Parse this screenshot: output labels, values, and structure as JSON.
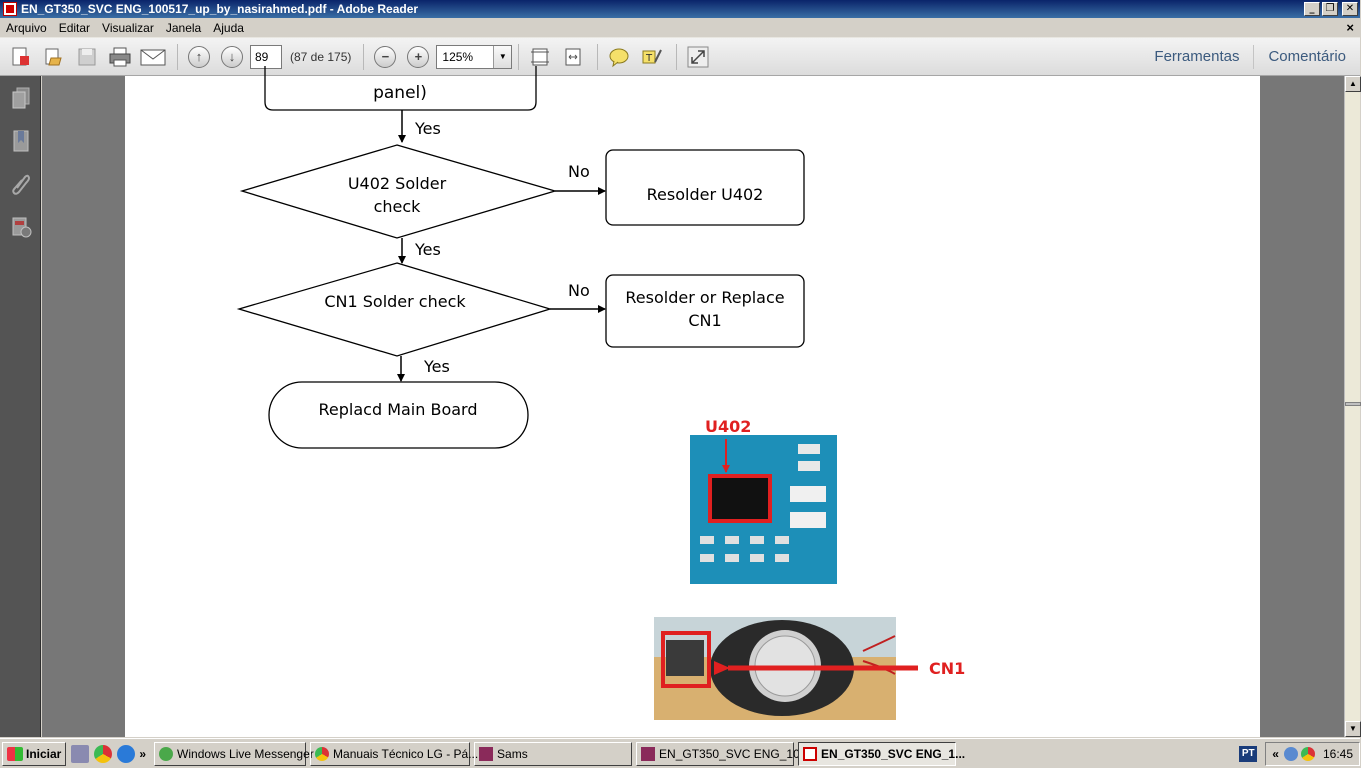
{
  "window": {
    "title": "EN_GT350_SVC ENG_100517_up_by_nasirahmed.pdf - Adobe Reader",
    "minimize": "_",
    "maximize": "❐",
    "close": "✕"
  },
  "menu": {
    "items": [
      "Arquivo",
      "Editar",
      "Visualizar",
      "Janela",
      "Ajuda"
    ],
    "close": "×"
  },
  "toolbar": {
    "page_number": "89",
    "page_count": "(87 de 175)",
    "zoom": "125%",
    "tools_label": "Ferramentas",
    "comment_label": "Comentário"
  },
  "document": {
    "prev_box_text": "panel)",
    "yes_label": "Yes",
    "no_label": "No",
    "u402_check": [
      "U402 Solder",
      "check"
    ],
    "resolder_u402": "Resolder U402",
    "cn1_check": "CN1 Solder check",
    "resolder_cn1": [
      "Resolder or Replace",
      "CN1"
    ],
    "replace_board": "Replacd Main Board",
    "u402_label": "U402",
    "cn1_label": "CN1"
  },
  "taskbar": {
    "start": "Iniciar",
    "chevron": "»",
    "tasks": [
      "Windows Live Messenger",
      "Manuais Técnico LG - Pá...",
      "Sams",
      "EN_GT350_SVC ENG_10...",
      "EN_GT350_SVC ENG_1..."
    ],
    "tray_chevron": "«",
    "language": "PT",
    "clock": "16:45"
  },
  "colors": {
    "title_bar": "#0a246a",
    "doc_background": "#777777",
    "annotation_red": "#e02020",
    "pcb_blue": "#1d8fb8"
  }
}
